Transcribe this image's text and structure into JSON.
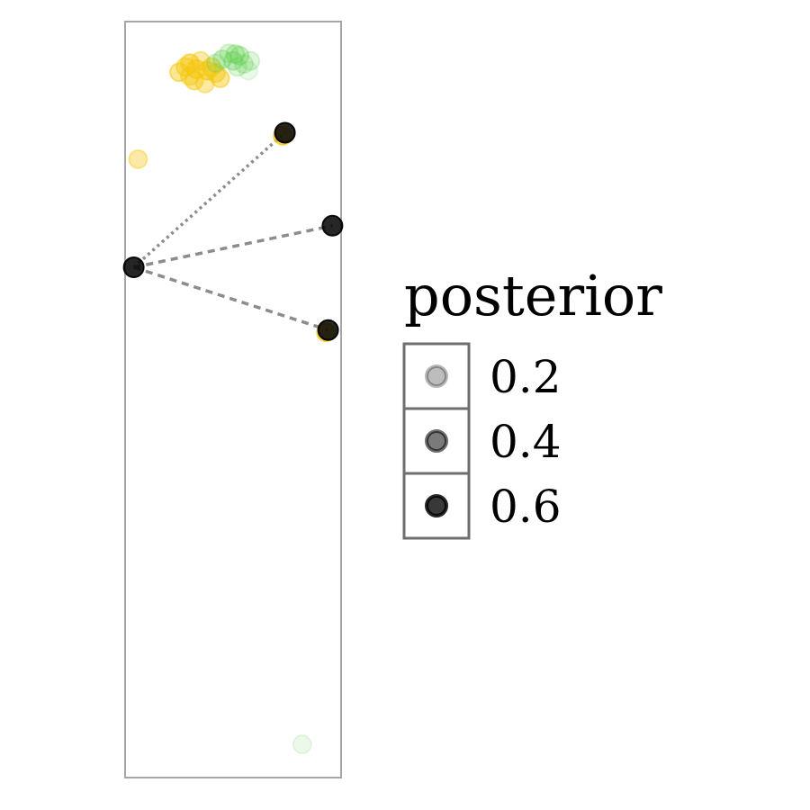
{
  "chart_data": {
    "type": "scatter",
    "title": "",
    "xlabel": "",
    "ylabel": "",
    "xlim": [
      0,
      1
    ],
    "ylim": [
      0,
      1
    ],
    "grid": false,
    "axes_visible": false,
    "legend": {
      "title": "posterior",
      "placement": "right",
      "entries": [
        {
          "label": "0.2",
          "value": 0.2
        },
        {
          "label": "0.4",
          "value": 0.4
        },
        {
          "label": "0.6",
          "value": 0.6
        }
      ]
    },
    "series": [
      {
        "color": "#F5C710",
        "points": [
          {
            "x": 0.3,
            "y": 0.945,
            "posterior": 0.6
          },
          {
            "x": 0.28,
            "y": 0.94,
            "posterior": 0.5
          },
          {
            "x": 0.33,
            "y": 0.937,
            "posterior": 0.6
          },
          {
            "x": 0.38,
            "y": 0.935,
            "posterior": 0.6
          },
          {
            "x": 0.42,
            "y": 0.932,
            "posterior": 0.5
          },
          {
            "x": 0.44,
            "y": 0.925,
            "posterior": 0.5
          },
          {
            "x": 0.37,
            "y": 0.918,
            "posterior": 0.4
          },
          {
            "x": 0.3,
            "y": 0.928,
            "posterior": 0.5
          },
          {
            "x": 0.25,
            "y": 0.933,
            "posterior": 0.5
          },
          {
            "x": 0.35,
            "y": 0.948,
            "posterior": 0.4
          },
          {
            "x": 0.4,
            "y": 0.94,
            "posterior": 0.5
          },
          {
            "x": 0.32,
            "y": 0.922,
            "posterior": 0.5
          },
          {
            "x": 0.06,
            "y": 0.818,
            "posterior": 0.4
          },
          {
            "x": 0.73,
            "y": 0.849,
            "posterior": 0.7
          },
          {
            "x": 0.93,
            "y": 0.589,
            "posterior": 0.7
          }
        ]
      },
      {
        "color": "#61D04F",
        "points": [
          {
            "x": 0.45,
            "y": 0.95,
            "posterior": 0.3
          },
          {
            "x": 0.5,
            "y": 0.948,
            "posterior": 0.3
          },
          {
            "x": 0.53,
            "y": 0.955,
            "posterior": 0.3
          },
          {
            "x": 0.48,
            "y": 0.958,
            "posterior": 0.2
          },
          {
            "x": 0.55,
            "y": 0.944,
            "posterior": 0.2
          },
          {
            "x": 0.52,
            "y": 0.94,
            "posterior": 0.2
          },
          {
            "x": 0.58,
            "y": 0.948,
            "posterior": 0.2
          },
          {
            "x": 0.57,
            "y": 0.935,
            "posterior": 0.1
          },
          {
            "x": 0.51,
            "y": 0.957,
            "posterior": 0.3
          },
          {
            "x": 0.42,
            "y": 0.945,
            "posterior": 0.2
          },
          {
            "x": 0.82,
            "y": 0.044,
            "posterior": 0.1
          }
        ]
      },
      {
        "color": "#000000",
        "points": [
          {
            "x": 0.04,
            "y": 0.675,
            "posterior": 1.0
          },
          {
            "x": 0.74,
            "y": 0.853,
            "posterior": 1.0
          },
          {
            "x": 0.96,
            "y": 0.73,
            "posterior": 1.0
          },
          {
            "x": 0.94,
            "y": 0.592,
            "posterior": 1.0
          }
        ]
      }
    ],
    "links": [
      {
        "from": [
          0.04,
          0.675
        ],
        "to": [
          0.74,
          0.853
        ],
        "style": "dotted"
      },
      {
        "from": [
          0.04,
          0.675
        ],
        "to": [
          0.96,
          0.73
        ],
        "style": "dashed"
      },
      {
        "from": [
          0.04,
          0.675
        ],
        "to": [
          0.94,
          0.592
        ],
        "style": "dashed"
      }
    ]
  }
}
